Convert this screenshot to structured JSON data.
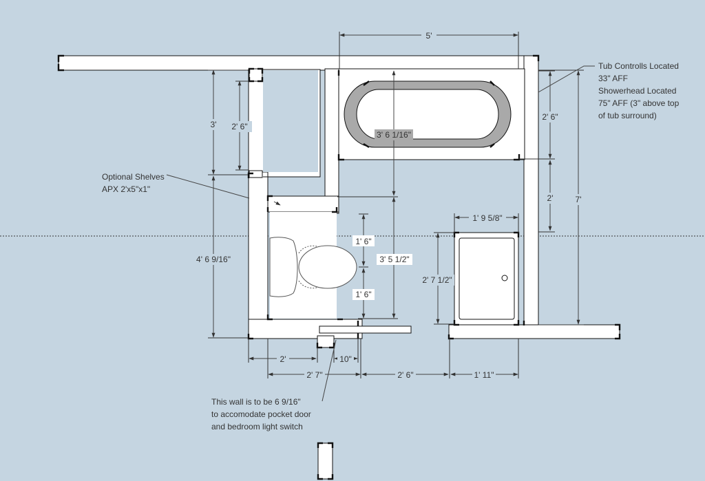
{
  "dimensions": {
    "tub_width": "5'",
    "tub_length": "3' 6 1/16\"",
    "left_upper": "3'",
    "shelf_niche": "2' 6\"",
    "left_lower": "4' 6 9/16\"",
    "toilet_depth": "3' 5 1/2\"",
    "toilet_upper": "1' 6\"",
    "toilet_lower": "1' 6\"",
    "right_upper": "2' 6\"",
    "right_mid": "2'",
    "overall_right": "7'",
    "vanity_width": "1' 9 5/8\"",
    "vanity_depth": "2' 7 1/2\"",
    "bottom_left": "2'",
    "bottom_door": "10\"",
    "bottom_a": "2' 7\"",
    "bottom_b": "2' 6\"",
    "bottom_c": "1' 11\""
  },
  "notes": {
    "tub_1": "Tub Controlls Located",
    "tub_2": "33\" AFF",
    "tub_3": "Showerhead Located",
    "tub_4": "75\" AFF (3\" above top",
    "tub_5": "of tub surround)",
    "shelf_1": "Optional Shelves",
    "shelf_2": "APX 2'x5\"x1\"",
    "wall_1": "This wall is to be 6 9/16\"",
    "wall_2": "to accomodate pocket door",
    "wall_3": "and bedroom light switch"
  },
  "colors": {
    "background": "#c5d5e1",
    "wall": "#ffffff",
    "tub_rim": "#a9a9a9",
    "text": "#333333"
  }
}
